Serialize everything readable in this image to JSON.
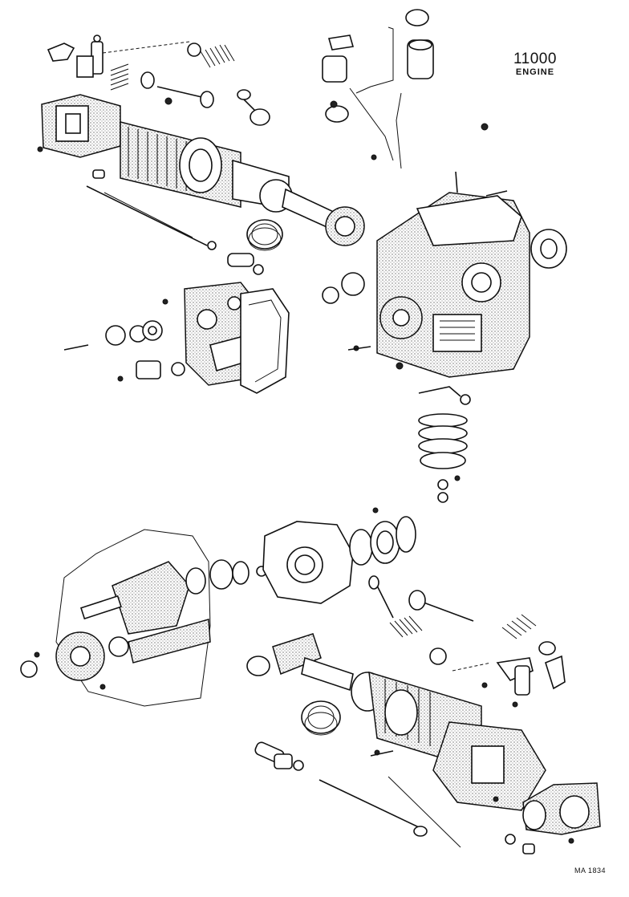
{
  "title": {
    "main": "11000",
    "sub": "ENGINE"
  },
  "reference_code": "MA 1834",
  "icons": {
    "diagram": "exploded-engine-assembly"
  }
}
